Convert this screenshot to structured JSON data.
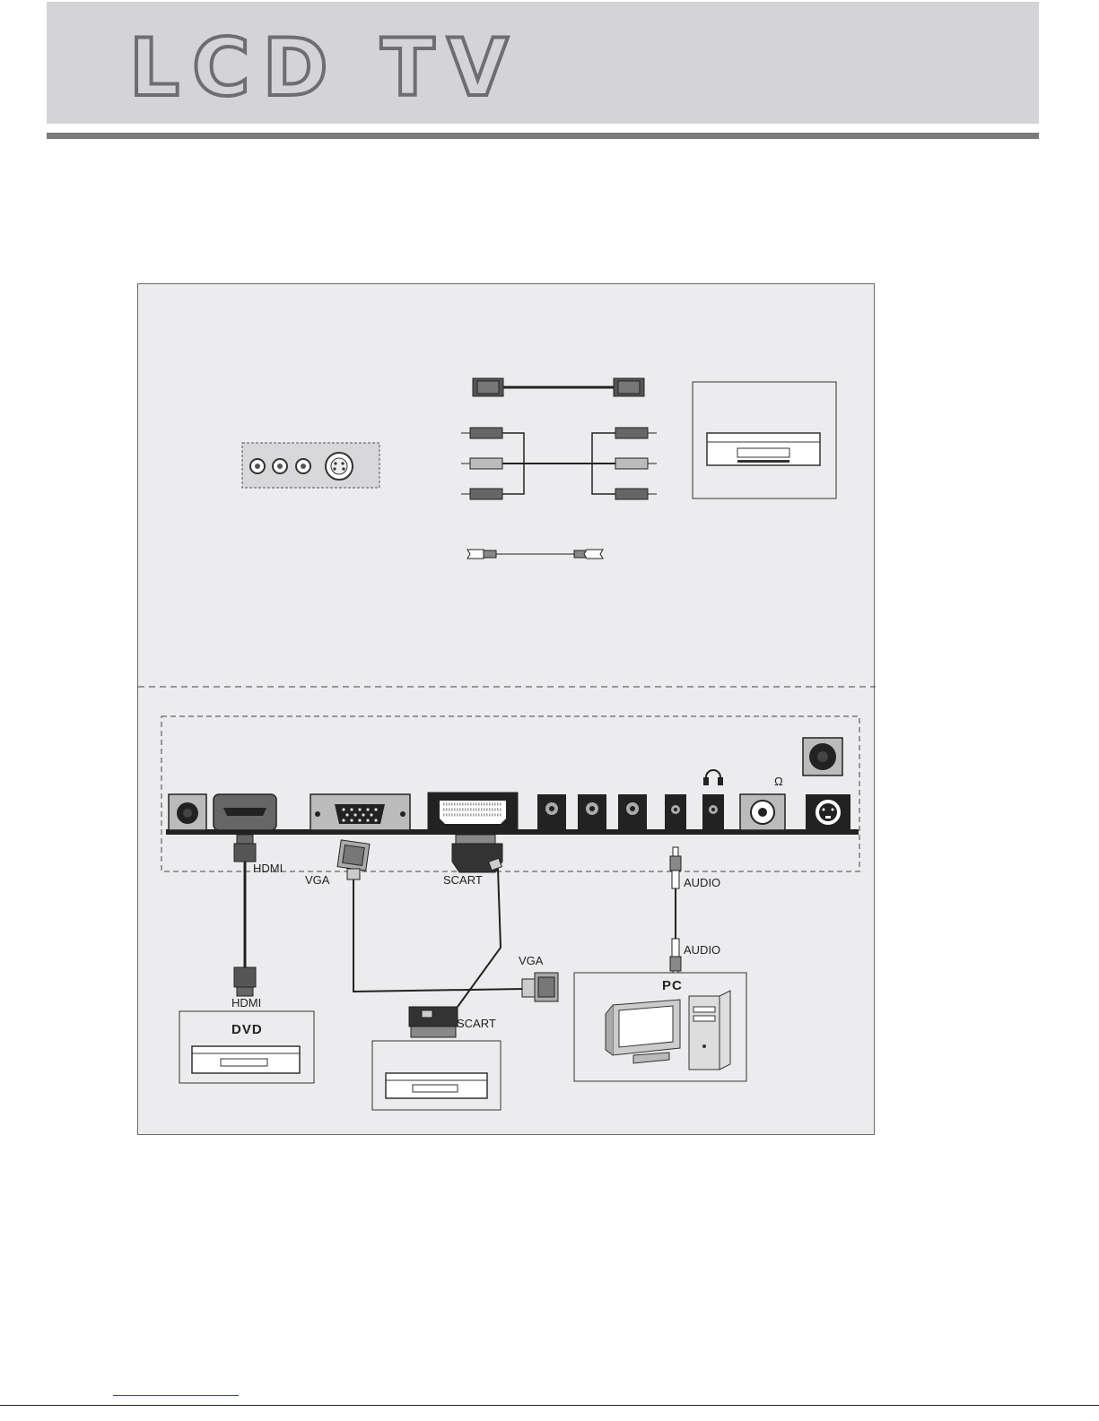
{
  "header": {
    "title": "LCD TV"
  },
  "diagram": {
    "labels": {
      "hdmi_top": "HDMI",
      "hdmi_bottom": "HDMI",
      "vga_left": "VGA",
      "vga_right": "VGA",
      "scart_top": "SCART",
      "scart_bottom": "SCART",
      "audio_top": "AUDIO",
      "audio_bottom": "AUDIO",
      "dvd": "DVD",
      "pc": "PC",
      "ohm_symbol": "Ω"
    },
    "icons": [
      "hdmi-cable-icon",
      "rca-cable-icon",
      "svideo-cable-icon",
      "av-jack-panel-icon",
      "player-device-icon",
      "vga-plug-icon",
      "scart-plug-icon",
      "audio-plug-icon",
      "computer-icon",
      "headphone-icon",
      "power-jack-icon"
    ]
  }
}
